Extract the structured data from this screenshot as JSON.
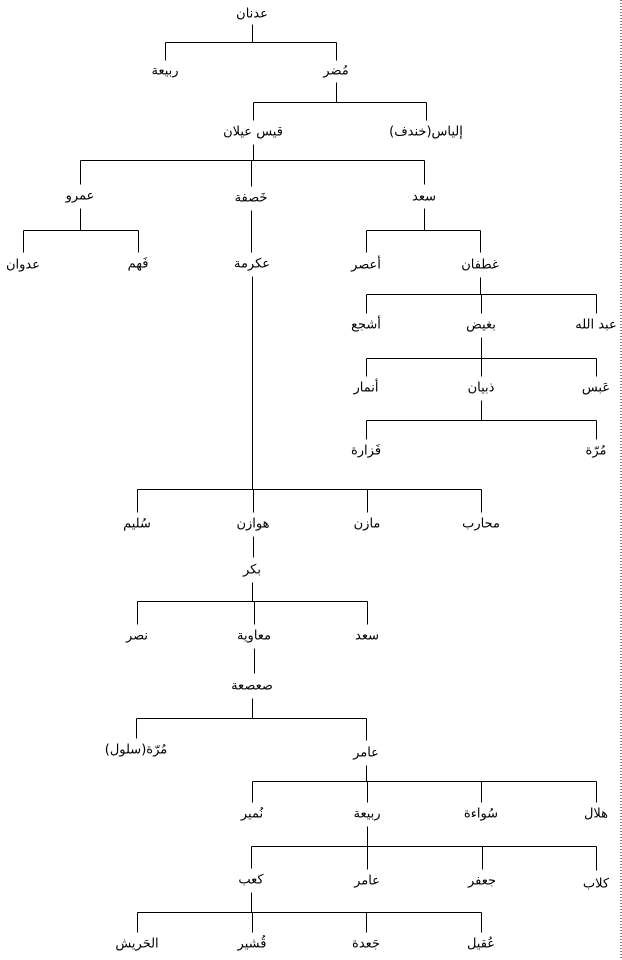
{
  "colors": {
    "background": "#ffffff",
    "line": "#000000",
    "text": "#000000"
  },
  "tree": {
    "nodes": {
      "adnan": "عدنان",
      "rabia_1": "ربيعة",
      "mudar": "مُضر",
      "qays_aylan": "قيس عيلان",
      "ilyas": "إلياس(خندف)",
      "amr": "عمرو",
      "khasafa": "خَصفة",
      "saad_1": "سعد",
      "adwan": "عدوان",
      "fahm": "فَهم",
      "ikrima": "عكرمة",
      "asur": "أعصر",
      "ghatafan": "غطفان",
      "ashja": "أشجع",
      "baghid": "بغيض",
      "abdullah": "عبد الله",
      "anmar": "أنمار",
      "dhubyan": "ذبيان",
      "abs": "عَبس",
      "fazara": "فَزارة",
      "murra_1": "مُرّة",
      "sulaym": "سُليم",
      "hawazin": "هوازن",
      "mazin": "مازن",
      "muharib": "محارب",
      "bakr": "بكر",
      "nasr": "نصر",
      "muawiya": "معاوية",
      "saad_2": "سعد",
      "sasaa": "صعصعة",
      "murra_salul": "مُرّة(سلول)",
      "amir_1": "عامر",
      "numayr": "نُمير",
      "rabia_2": "ربيعة",
      "suwaa": "سُواءة",
      "hilal": "هلال",
      "kab": "كعب",
      "amir_2": "عامر",
      "jafar": "جعفر",
      "kilab": "كلاب",
      "harish": "الحَريش",
      "qushayr": "قُشير",
      "jada": "جَعدة",
      "uqayl": "عُقيل"
    }
  }
}
